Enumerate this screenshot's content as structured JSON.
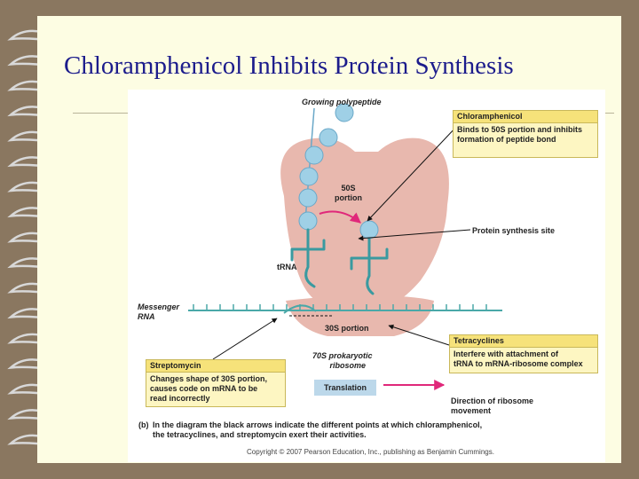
{
  "slide": {
    "title": "Chloramphenicol Inhibits Protein Synthesis"
  },
  "diagram": {
    "growing_polypeptide": "Growing polypeptide",
    "portion_50s": [
      "50S",
      "portion"
    ],
    "protein_synthesis_site": "Protein synthesis site",
    "trna": "tRNA",
    "messenger_rna": [
      "Messenger",
      "RNA"
    ],
    "portion_30s": "30S portion",
    "ribosome_70s": [
      "70S prokaryotic",
      "ribosome"
    ],
    "translation": "Translation",
    "direction": [
      "Direction of ribosome",
      "movement"
    ],
    "caption_letter": "(b)",
    "caption": [
      "In the diagram the black arrows indicate the different points at which chloramphenicol,",
      "the tetracyclines, and streptomycin exert their activities."
    ],
    "copyright": "Copyright © 2007 Pearson Education, Inc., publishing as Benjamin Cummings.",
    "boxes": {
      "chloramphenicol": {
        "title": "Chloramphenicol",
        "body": [
          "Binds to 50S portion and inhibits",
          "formation of peptide bond"
        ]
      },
      "tetracyclines": {
        "title": "Tetracyclines",
        "body": [
          "Interfere with attachment of",
          "tRNA to mRNA-ribosome complex"
        ]
      },
      "streptomycin": {
        "title": "Streptomycin",
        "body": [
          "Changes shape of 30S portion,",
          "causes code on mRNA to be",
          "read incorrectly"
        ]
      }
    },
    "colors": {
      "ribosome": "#e8b8ae",
      "trna": "#3a9aa0",
      "mrna": "#4aa8a8",
      "amino_acid": "#9fd0e6",
      "pink_arrow": "#e0287a",
      "box_fill": "#fdf6c2",
      "title": "#1c1c8c"
    }
  }
}
